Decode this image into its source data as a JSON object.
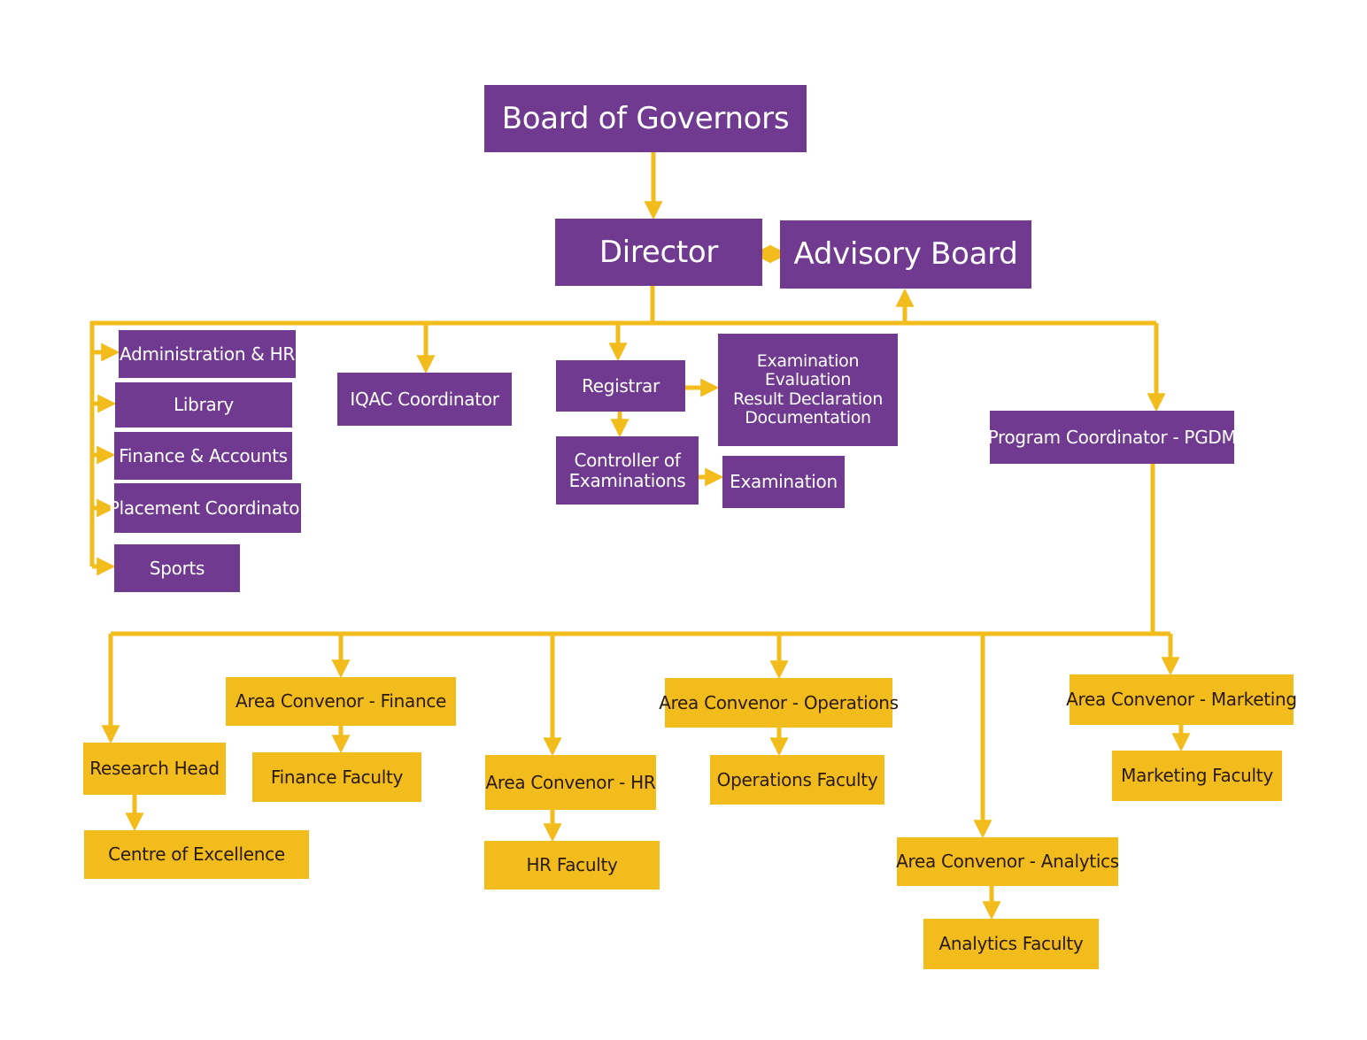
{
  "colors": {
    "purple": "#6f3a8f",
    "yellow": "#f2bd1c",
    "connector": "#f2bd1c",
    "text_light": "#ffffff",
    "text_dark": "#2a1a0a"
  },
  "nodes": {
    "board_of_governors": "Board of Governors",
    "director": "Director",
    "advisory_board": "Advisory Board",
    "administration_hr": "Administration & HR",
    "library": "Library",
    "finance_accounts": "Finance & Accounts",
    "placement_coordinator": "Placement Coordinator",
    "sports": "Sports",
    "iqac_coordinator": "IQAC Coordinator",
    "registrar": "Registrar",
    "registrar_duties": [
      "Examination",
      "Evaluation",
      "Result Declaration",
      "Documentation"
    ],
    "controller_of_examinations": [
      "Controller of",
      "Examinations"
    ],
    "examination": "Examination",
    "program_coordinator": "Program Coordinator - PGDM",
    "research_head": "Research Head",
    "centre_of_excellence": "Centre of Excellence",
    "area_convenor_finance": "Area Convenor - Finance",
    "finance_faculty": "Finance Faculty",
    "area_convenor_hr": "Area Convenor - HR",
    "hr_faculty": "HR Faculty",
    "area_convenor_operations": "Area Convenor - Operations",
    "operations_faculty": "Operations Faculty",
    "area_convenor_analytics": "Area Convenor - Analytics",
    "analytics_faculty": "Analytics Faculty",
    "area_convenor_marketing": "Area Convenor - Marketing",
    "marketing_faculty": "Marketing Faculty"
  }
}
